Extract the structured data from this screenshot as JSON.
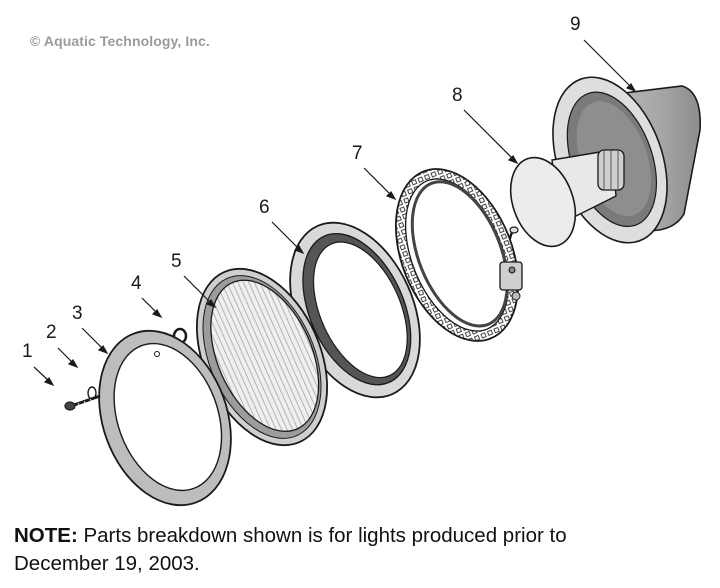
{
  "copyright": "© Aquatic Technology, Inc.",
  "callouts": [
    "1",
    "2",
    "3",
    "4",
    "5",
    "6",
    "7",
    "8",
    "9"
  ],
  "note": {
    "label": "NOTE:",
    "text": " Parts breakdown shown is for lights produced prior to",
    "text2": "December 19, 2003."
  },
  "colors": {
    "line": "#1a1a1a",
    "part_fill": "#d8d8d8",
    "part_dark": "#6a6a6a",
    "copyright": "#9a9a9a"
  }
}
